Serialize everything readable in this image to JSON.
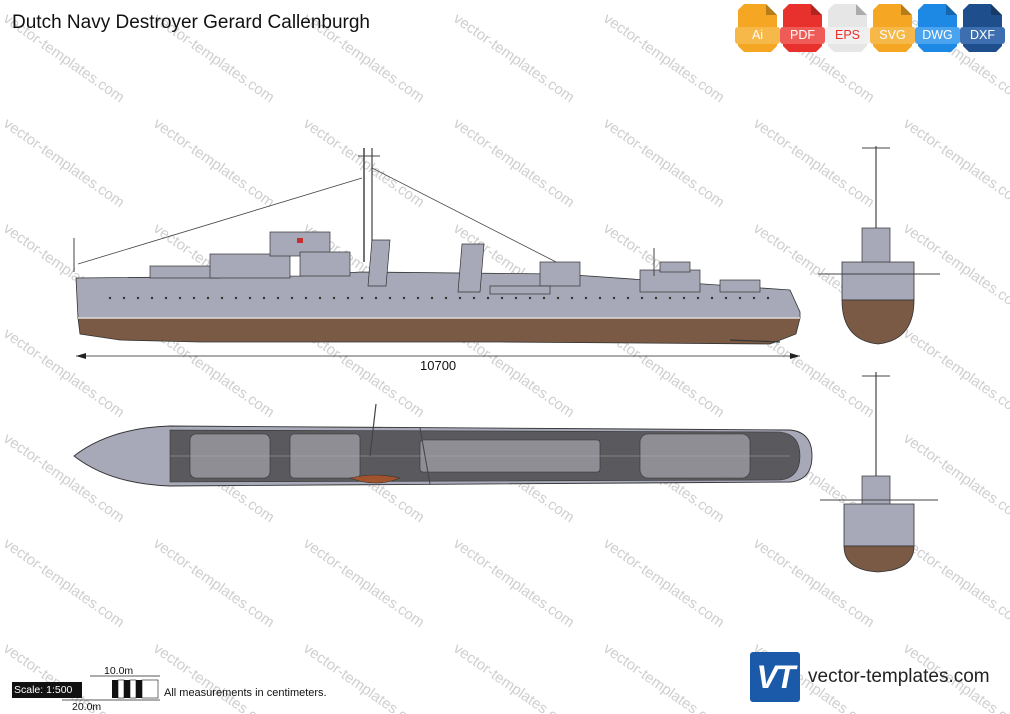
{
  "title": "Dutch Navy Destroyer Gerard Callenburgh",
  "formats": [
    {
      "label": "Ai",
      "color": "#f5a623",
      "label_bg": "#f7b84a",
      "icon": "ai-file-icon"
    },
    {
      "label": "PDF",
      "color": "#e8302c",
      "label_bg": "#ef5b57",
      "icon": "pdf-file-icon"
    },
    {
      "label": "EPS",
      "color": "#e6e6e6",
      "label_bg": "#f0f0f0",
      "icon": "eps-file-icon"
    },
    {
      "label": "SVG",
      "color": "#f5a623",
      "label_bg": "#f7b84a",
      "icon": "svg-file-icon"
    },
    {
      "label": "DWG",
      "color": "#1e88e5",
      "label_bg": "#4aa3ef",
      "icon": "dwg-file-icon"
    },
    {
      "label": "DXF",
      "color": "#1f4e8c",
      "label_bg": "#3d6fb0",
      "icon": "dxf-file-icon"
    }
  ],
  "watermark": "vector-templates.com",
  "dimension": "10700",
  "scale": {
    "label": "Scale: 1:500",
    "top_measure": "10.0m",
    "bottom_measure": "20.0m"
  },
  "note": "All measurements in centimeters.",
  "brand": {
    "logo_text": "VT",
    "name": "vector-templates.com",
    "color": "#1a5aa8"
  },
  "colors": {
    "hull_gray": "#a7a9b8",
    "hull_bottom": "#7a5a44",
    "deck_dark": "#5a5a5e",
    "deck_mid": "#8e8e94"
  }
}
